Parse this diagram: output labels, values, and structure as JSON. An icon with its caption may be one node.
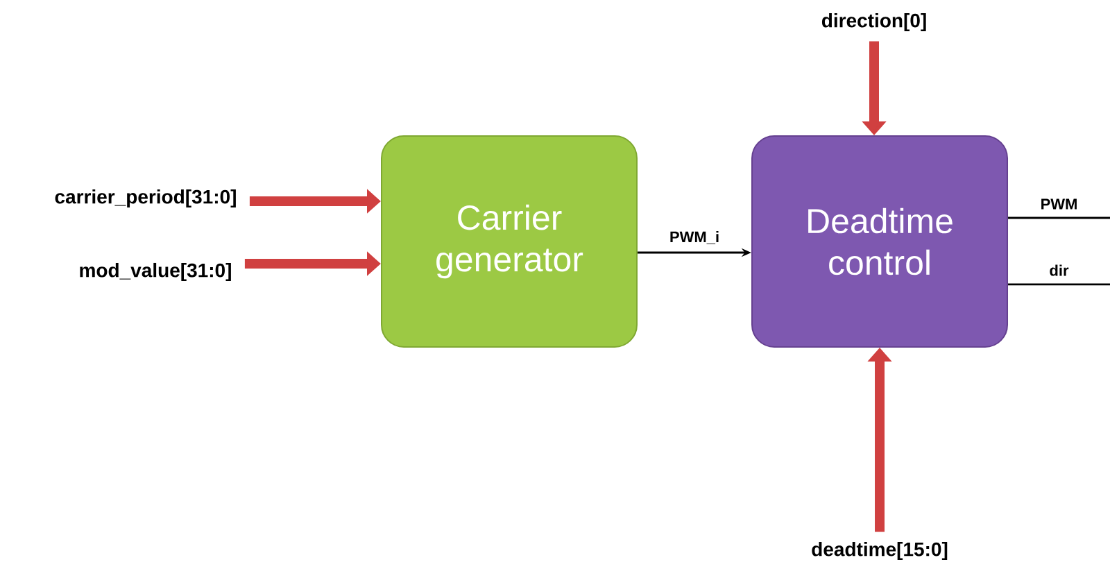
{
  "diagram": {
    "nodes": [
      {
        "text": [
          "carrier_period[31:0]"
        ]
      },
      {
        "text": [
          "mod_value[31:0]"
        ]
      },
      {
        "text": [
          "Carrier generator"
        ]
      },
      {
        "text": [
          "direction[0]"
        ]
      },
      {
        "text": [
          "Deadtime control"
        ]
      },
      {
        "text": [
          "deadtime[15:0]"
        ]
      }
    ],
    "edges": [
      {
        "from": 0,
        "to": 2,
        "arrow": "to"
      },
      {
        "from": 1,
        "to": 2,
        "arrow": "to"
      },
      {
        "from": 2,
        "to": 4,
        "arrow": "to",
        "label": "PWM_i",
        "color": "#000000"
      },
      {
        "from": 3,
        "to": 4,
        "arrow": "to"
      },
      {
        "from": 5,
        "to": 4,
        "arrow": "to"
      },
      {
        "from": 4,
        "to": null,
        "arrow": "none",
        "label": "PWM",
        "color": "#000000"
      },
      {
        "from": 4,
        "to": null,
        "arrow": "none",
        "label": "dir",
        "color": "#000000"
      }
    ]
  }
}
